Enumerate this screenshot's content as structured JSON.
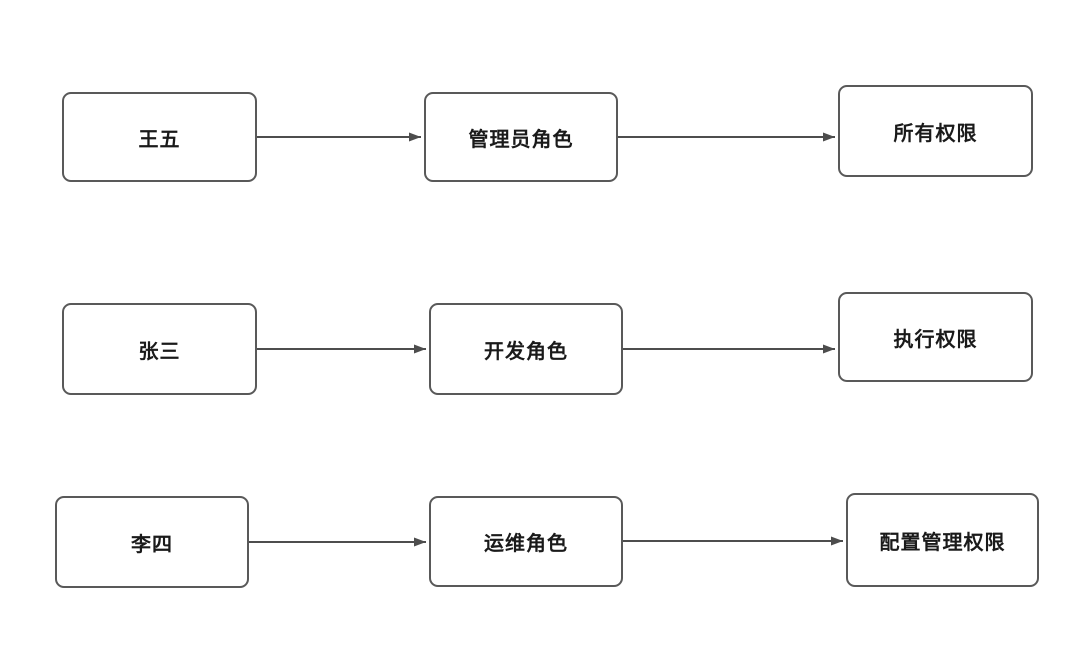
{
  "diagram": {
    "type": "flow",
    "description": "user-to-role-to-permission mapping",
    "colors": {
      "node_border": "#595959",
      "node_fill": "#ffffff",
      "node_text": "#1a1a1a",
      "connector": "#4d4d4d",
      "background": "#ffffff"
    },
    "nodes": [
      {
        "id": "user-wangwu",
        "label": "王五"
      },
      {
        "id": "role-admin",
        "label": "管理员角色"
      },
      {
        "id": "perm-all",
        "label": "所有权限"
      },
      {
        "id": "user-zhangsan",
        "label": "张三"
      },
      {
        "id": "role-developer",
        "label": "开发角色"
      },
      {
        "id": "perm-execute",
        "label": "执行权限"
      },
      {
        "id": "user-lisi",
        "label": "李四"
      },
      {
        "id": "role-operations",
        "label": "运维角色"
      },
      {
        "id": "perm-config",
        "label": "配置管理权限"
      }
    ],
    "edges": [
      {
        "from": "user-wangwu",
        "to": "role-admin"
      },
      {
        "from": "role-admin",
        "to": "perm-all"
      },
      {
        "from": "user-zhangsan",
        "to": "role-developer"
      },
      {
        "from": "role-developer",
        "to": "perm-execute"
      },
      {
        "from": "user-lisi",
        "to": "role-operations"
      },
      {
        "from": "role-operations",
        "to": "perm-config"
      }
    ]
  }
}
